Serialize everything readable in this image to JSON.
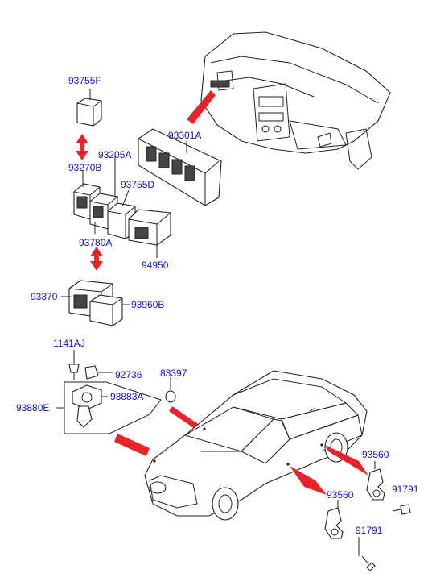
{
  "labels": {
    "p93755F": "93755F",
    "p93301A": "93301A",
    "p93205A": "93205A",
    "p93270B": "93270B",
    "p93755D": "93755D",
    "p93780A": "93780A",
    "p94950": "94950",
    "p93370": "93370",
    "p93960B": "93960B",
    "p1141AJ": "1141AJ",
    "p92736": "92736",
    "p83397": "83397",
    "p93883A": "93883A",
    "p93880E": "93880E",
    "p93560a": "93560",
    "p93560b": "93560",
    "p91791a": "91791",
    "p91791b": "91791"
  },
  "colors": {
    "label": "#1414c8",
    "arrow": "#e8242b",
    "line": "#222222"
  }
}
